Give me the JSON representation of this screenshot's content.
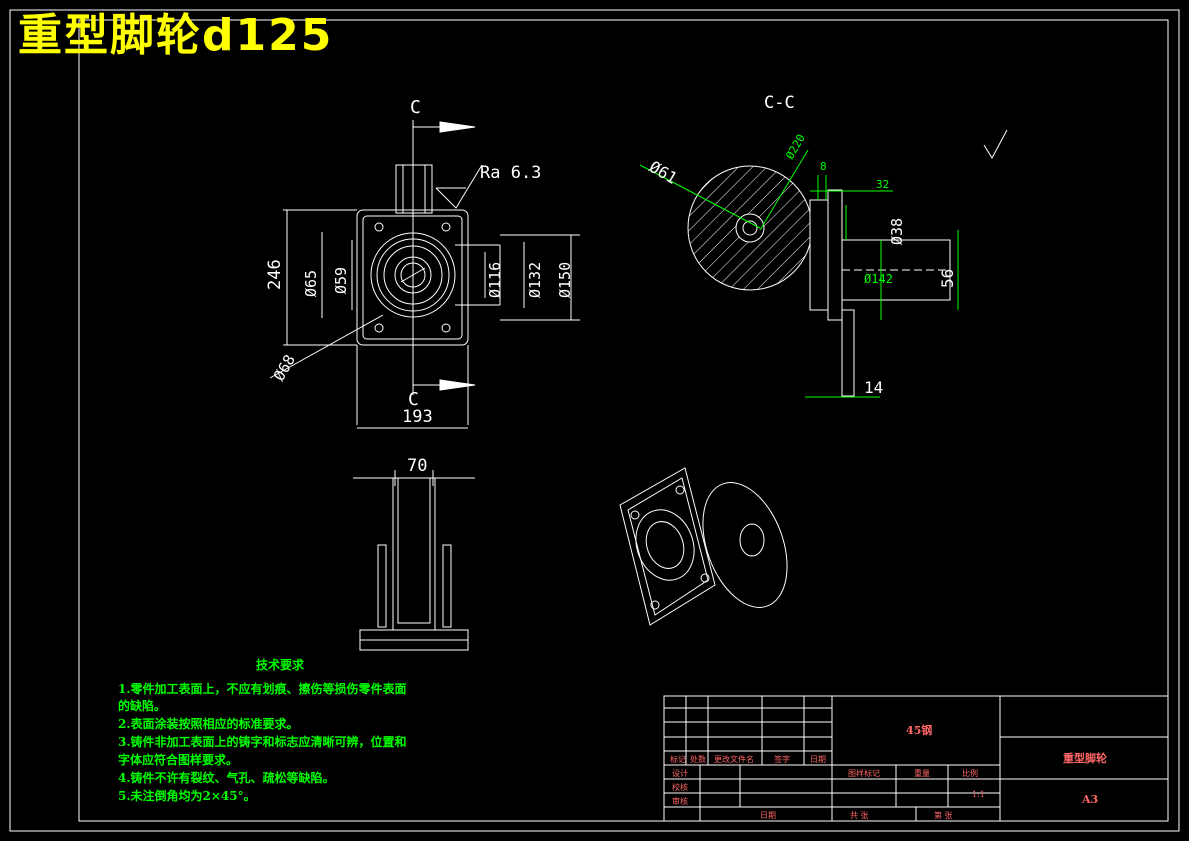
{
  "title": "重型脚轮d125",
  "front_view": {
    "section_mark_top": "C",
    "section_mark_bottom": "C",
    "roughness": "Ra  6.3",
    "dims": {
      "height": "246",
      "d65": "Ø65",
      "d59": "Ø59",
      "d116": "Ø116",
      "d132": "Ø132",
      "d150": "Ø150",
      "d68": "Ø68",
      "width": "193"
    }
  },
  "section_view": {
    "label": "C-C",
    "dims": {
      "d61": "Ø61",
      "d220": "Ø220",
      "t8": "8",
      "t32": "32",
      "d38": "Ø38",
      "d142": "Ø142",
      "t56": "56",
      "t14": "14"
    }
  },
  "side_view": {
    "width": "70"
  },
  "tech_requirements": {
    "title": "技术要求",
    "lines": [
      "1.零件加工表面上，不应有划痕、擦伤等损伤零件表面",
      "   的缺陷。",
      "2.表面涂装按照相应的标准要求。",
      "3.铸件非加工表面上的铸字和标志应清晰可辨，位置和",
      "   字体应符合图样要求。",
      "4.铸件不许有裂纹、气孔、疏松等缺陷。",
      "5.未注倒角均为2×45°。"
    ]
  },
  "title_block": {
    "material": "45钢",
    "part_name": "重型脚轮",
    "sheet_size": "A3",
    "scale": "1:1",
    "hdr_mark": "标记",
    "hdr_count": "处数",
    "hdr_doc": "更改文件名",
    "hdr_sign": "签字",
    "hdr_date": "日期",
    "design": "设计",
    "check": "校核",
    "approve": "审核",
    "date": "日期",
    "stage_mark": "图样标记",
    "weight": "重量",
    "ratio": "比例",
    "total": "共  张",
    "sheet": "第  张"
  },
  "colors": {
    "outline": "#ffffff",
    "dimension": "#00ff00",
    "hatch": "#ffffff",
    "title": "#ffff00",
    "table_text": "#ff6666"
  }
}
